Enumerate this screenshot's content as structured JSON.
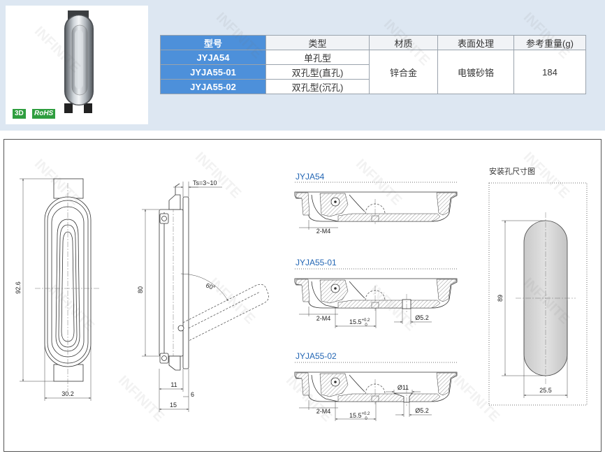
{
  "colors": {
    "top_background": "#dde7f2",
    "table_blue": "#4d90da",
    "label_blue": "#2366b4",
    "badge_green": "#2f9e3f"
  },
  "product_image": {
    "badge_3d": "3D",
    "badge_rohs": "RoHS"
  },
  "spec_table": {
    "headers": [
      "型号",
      "类型",
      "材质",
      "表面处理",
      "参考重量(g)"
    ],
    "rows": [
      {
        "model": "JYJA54",
        "type": "单孔型"
      },
      {
        "model": "JYJA55-01",
        "type": "双孔型(直孔)"
      },
      {
        "model": "JYJA55-02",
        "type": "双孔型(沉孔)"
      }
    ],
    "material": "锌合金",
    "finish": "电镀砂铬",
    "weight": "184"
  },
  "drawings": {
    "front_view": {
      "height_dim": "92.6",
      "width_dim": "30.2"
    },
    "side_view": {
      "ts_label": "Ts=3~10",
      "height_dim": "80",
      "angle": "60°",
      "dim_11": "11",
      "dim_6": "6",
      "dim_15": "15"
    },
    "sections": [
      {
        "label": "JYJA54",
        "thread": "2-M4"
      },
      {
        "label": "JYJA55-01",
        "thread": "2-M4",
        "pitch": "15.5",
        "tol_upper": "+0.2",
        "tol_lower": "0",
        "hole": "Ø5.2"
      },
      {
        "label": "JYJA55-02",
        "thread": "2-M4",
        "pitch": "15.5",
        "tol_upper": "+0.2",
        "tol_lower": "0",
        "hole": "Ø5.2",
        "counterbore": "Ø11"
      }
    ],
    "mounting_hole": {
      "title": "安装孔尺寸图",
      "height_dim": "89",
      "width_dim": "25.5"
    }
  },
  "watermark": "INFINITE"
}
